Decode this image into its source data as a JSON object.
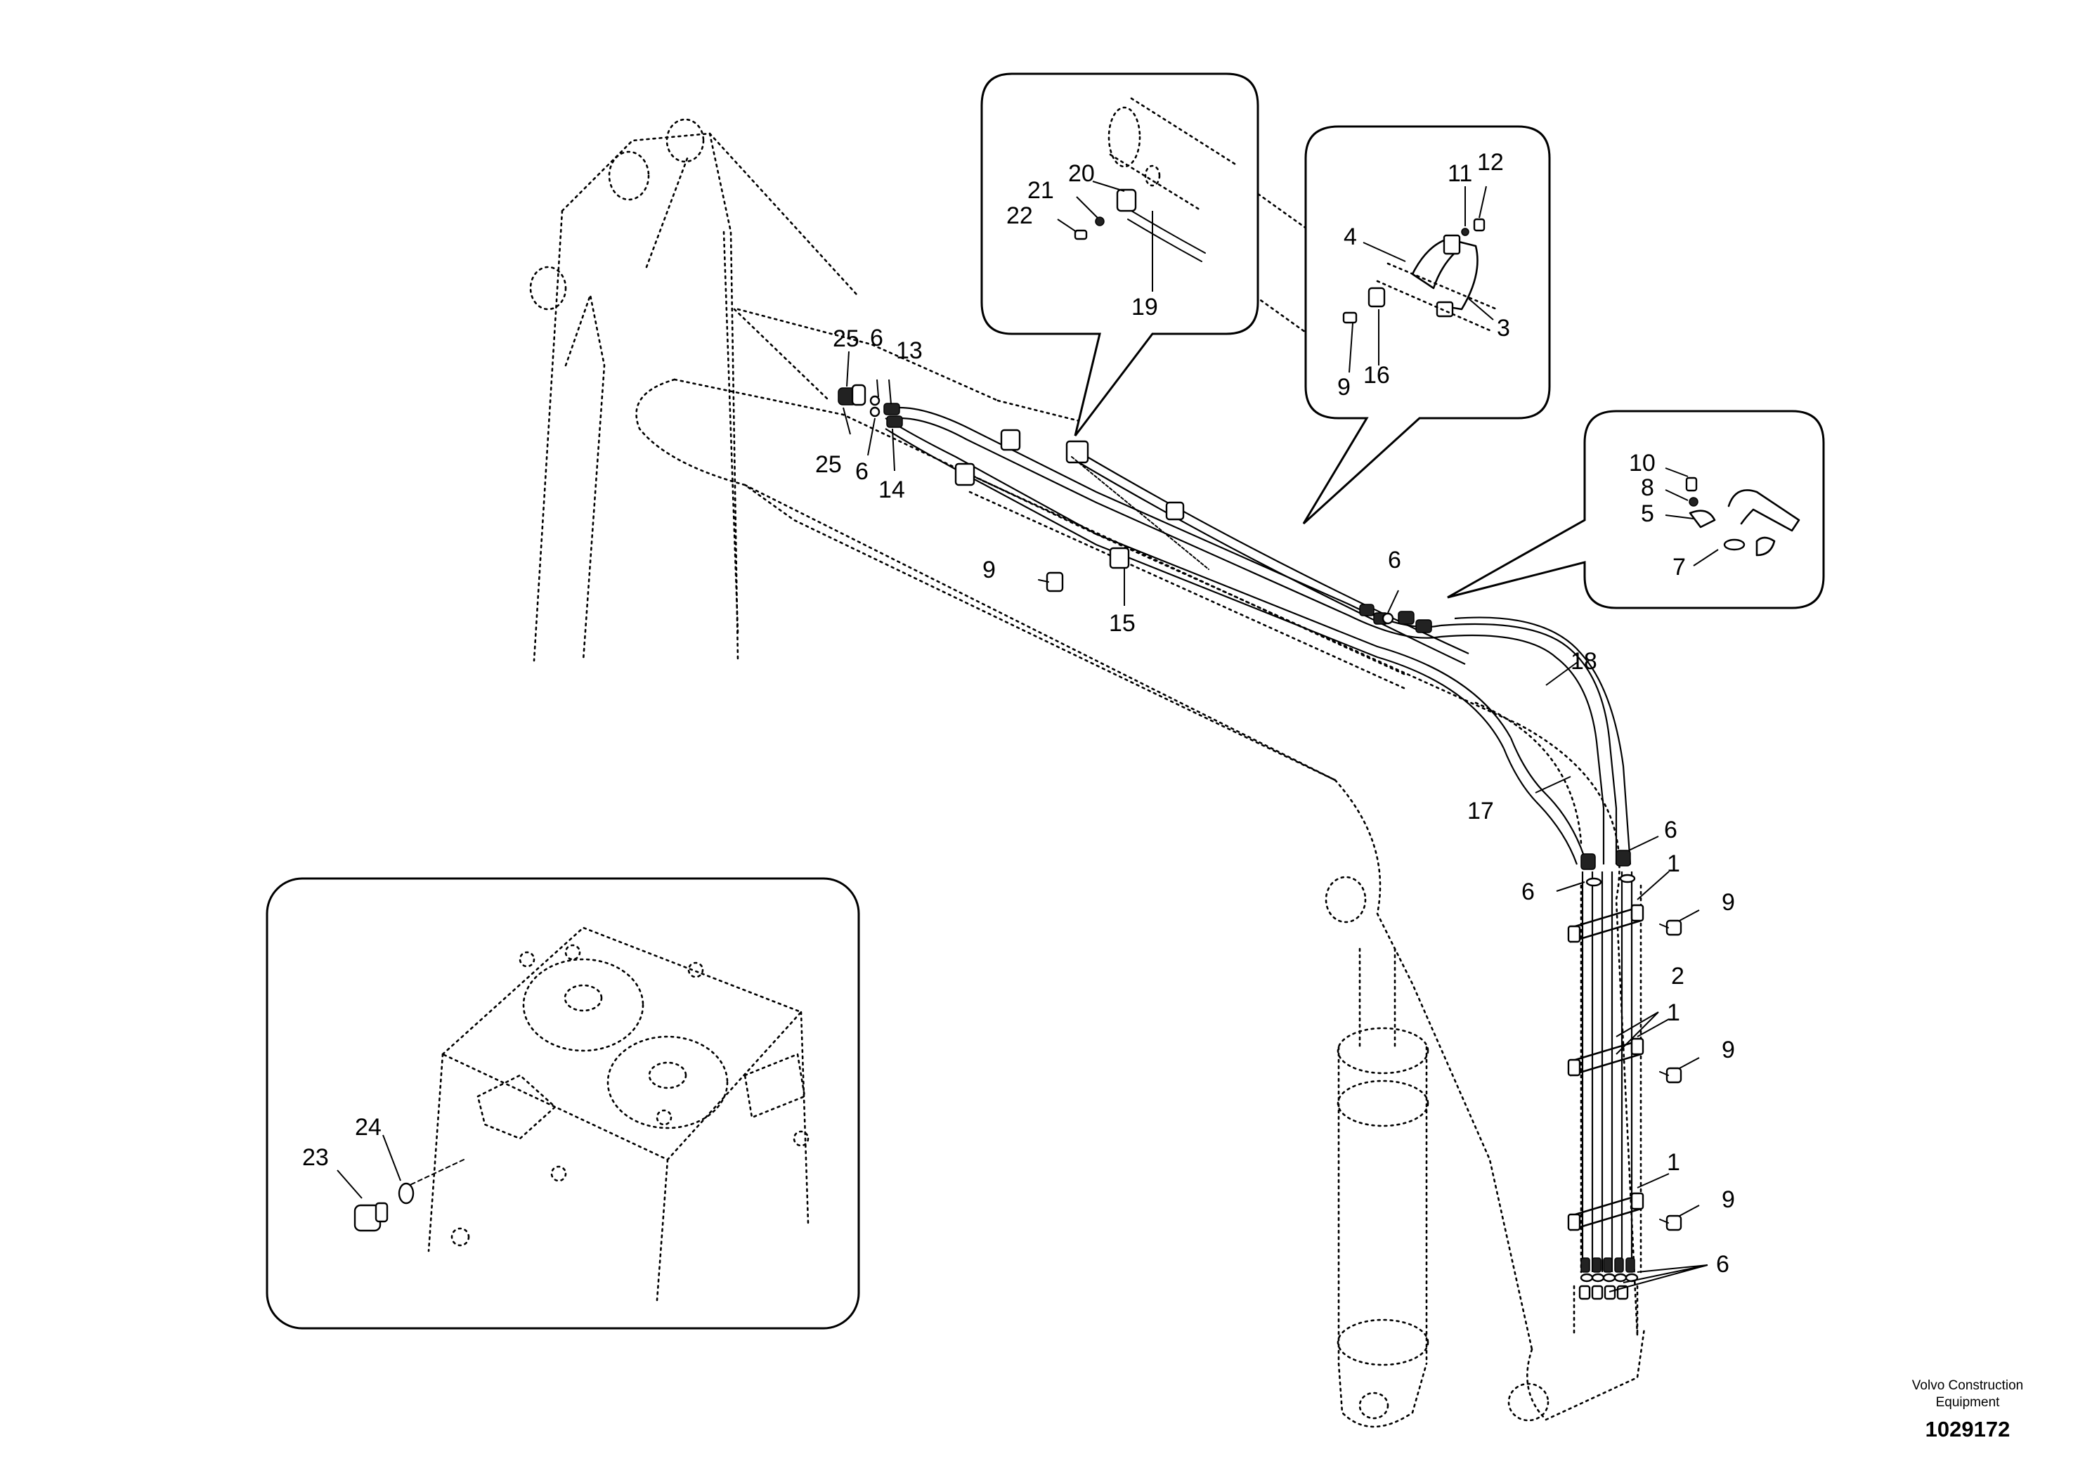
{
  "labels": {
    "p1": "1",
    "p2": "2",
    "p3": "3",
    "p4": "4",
    "p5": "5",
    "p6": "6",
    "p7": "7",
    "p8": "8",
    "p9": "9",
    "p10": "10",
    "p11": "11",
    "p12": "12",
    "p13": "13",
    "p14": "14",
    "p15": "15",
    "p16": "16",
    "p17": "17",
    "p18": "18",
    "p19": "19",
    "p20": "20",
    "p21": "21",
    "p22": "22",
    "p23": "23",
    "p24": "24",
    "p25": "25"
  },
  "footer": {
    "brand_line1": "Volvo Construction",
    "brand_line2": "Equipment",
    "drawing_number": "1029172"
  }
}
